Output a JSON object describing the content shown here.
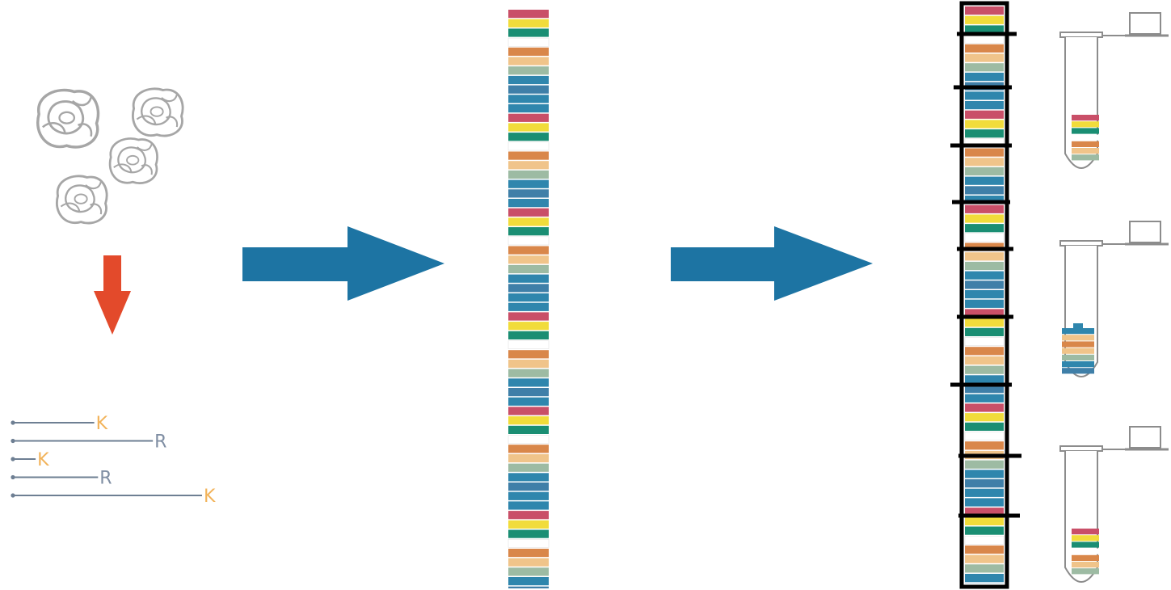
{
  "colors": {
    "background": "#ffffff",
    "flow_arrow": "#1d74a3",
    "digest_arrow": "#e34a2b",
    "protein_outline": "#a6a6a6",
    "peptide_line": "#6e7f93",
    "lysine_label": "#f2b35a",
    "arginine_label": "#7f8ea3",
    "fraction_divider": "#000000",
    "tube_outline": "#8c8c8c",
    "band_palette": {
      "red": "#c94f68",
      "yellow": "#f1dc3b",
      "green": "#1a8e73",
      "white": "#ffffff",
      "orange": "#d9874a",
      "peach": "#f0c48a",
      "sage": "#9dbba3",
      "blue": "#2f86ad",
      "steel": "#3f7fa8"
    }
  },
  "peptides": [
    {
      "residue": "K",
      "length": 0.43
    },
    {
      "residue": "R",
      "length": 0.74
    },
    {
      "residue": "K",
      "length": 0.12
    },
    {
      "residue": "R",
      "length": 0.45
    },
    {
      "residue": "K",
      "length": 1.0
    }
  ],
  "separation_band_pattern": [
    "red",
    "yellow",
    "green",
    "white",
    "orange",
    "peach",
    "sage",
    "blue",
    "steel",
    "blue",
    "blue",
    "red",
    "yellow",
    "green",
    "white",
    "orange",
    "peach",
    "sage",
    "blue",
    "steel",
    "blue"
  ],
  "fractions": [
    {
      "name": "fraction-1",
      "collected": true
    },
    {
      "name": "fraction-2",
      "collected": false
    },
    {
      "name": "fraction-3",
      "collected": false
    },
    {
      "name": "fraction-4",
      "collected": false
    },
    {
      "name": "fraction-5",
      "collected": true
    },
    {
      "name": "fraction-6",
      "collected": false
    },
    {
      "name": "fraction-7",
      "collected": false
    },
    {
      "name": "fraction-8",
      "collected": true
    }
  ],
  "tube_contents": [
    [
      "red",
      "yellow",
      "green",
      "white",
      "orange",
      "peach",
      "sage"
    ],
    [
      "blue",
      "peach",
      "orange",
      "peach",
      "sage",
      "blue",
      "steel"
    ],
    [
      "red",
      "yellow",
      "green",
      "white",
      "orange",
      "peach",
      "sage"
    ]
  ]
}
